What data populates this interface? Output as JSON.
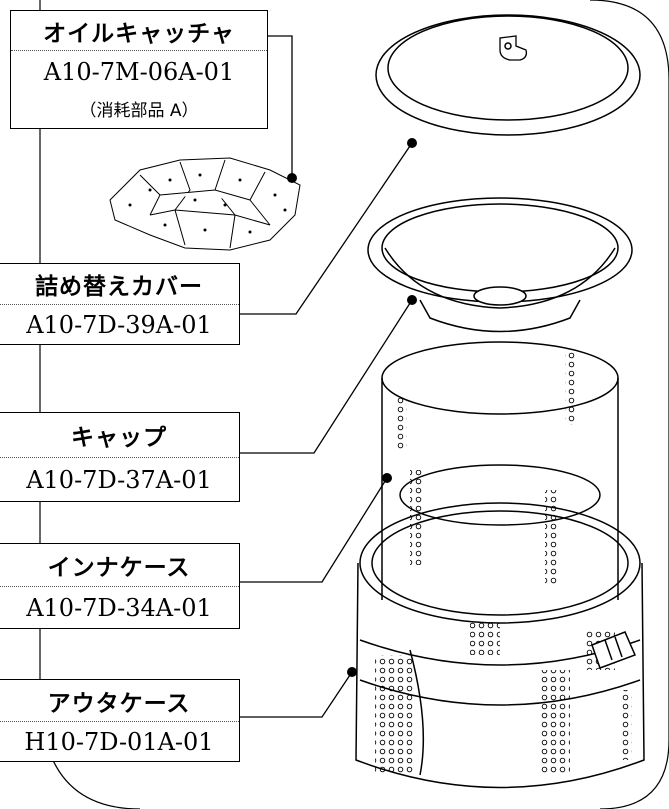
{
  "parts": [
    {
      "id": "oil-catcher",
      "name": "オイルキャッチャ",
      "part_no": "A10-7M-06A-01",
      "note": "（消耗部品 A）"
    },
    {
      "id": "refill-cover",
      "name": "詰め替えカバー",
      "part_no": "A10-7D-39A-01"
    },
    {
      "id": "cap",
      "name": "キャップ",
      "part_no": "A10-7D-37A-01"
    },
    {
      "id": "inner-case",
      "name": "インナケース",
      "part_no": "A10-7D-34A-01"
    },
    {
      "id": "outer-case",
      "name": "アウタケース",
      "part_no": "H10-7D-01A-01"
    }
  ]
}
